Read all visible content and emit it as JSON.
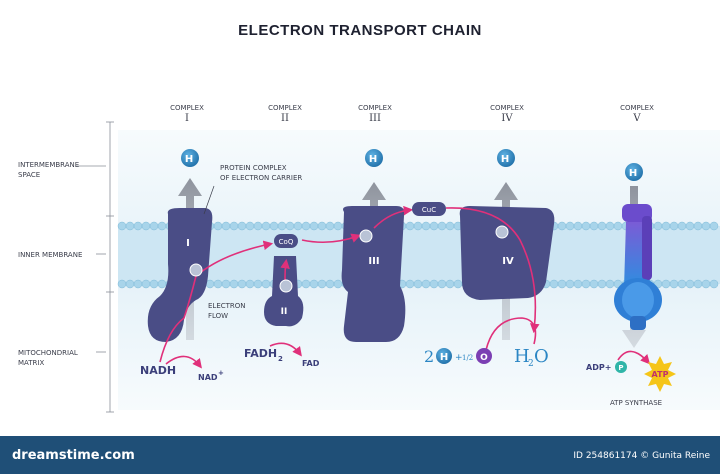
{
  "title": "ELECTRON TRANSPORT CHAIN",
  "complexes": [
    {
      "label": "COMPLEX",
      "numeral": "I"
    },
    {
      "label": "COMPLEX",
      "numeral": "II"
    },
    {
      "label": "COMPLEX",
      "numeral": "III"
    },
    {
      "label": "COMPLEX",
      "numeral": "IV"
    },
    {
      "label": "COMPLEX",
      "numeral": "V"
    }
  ],
  "regions": {
    "intermembrane_line1": "INTERMEMBRANE",
    "intermembrane_line2": "SPACE",
    "inner_membrane": "INNER MEMBRANE",
    "matrix_line1": "MITOCHONDRIAL",
    "matrix_line2": "MATRIX"
  },
  "annotations": {
    "protein_complex_line1": "PROTEIN COMPLEX",
    "protein_complex_line2": "OF ELECTRON CARRIER",
    "electron_flow_line1": "ELECTRON",
    "electron_flow_line2": "FLOW"
  },
  "molecules": {
    "proton": "H",
    "proton_charge": "+",
    "nadh": "NADH",
    "nad": "NAD",
    "nad_charge": "+",
    "fadh2": "FADH",
    "fadh2_sub": "2",
    "fad": "FAD",
    "coq": "CoQ",
    "cyc": "CuC",
    "water_coef": "2",
    "water_plus": "+",
    "water_half": "1/2",
    "oxygen": "O",
    "water": "H",
    "water_sub": "2",
    "water_o": "O",
    "adp": "ADP+",
    "phosphate": "P",
    "atp": "ATP",
    "atp_synthase": "ATP SYNTHASE"
  },
  "complex_numerals": {
    "c1": "I",
    "c2": "II",
    "c3": "III",
    "c4": "IV"
  },
  "footer": {
    "logo": "dreamstime.com",
    "credit": "ID 254861174 © Gunita Reine"
  },
  "colors": {
    "complex": "#4a4d86",
    "membrane_bead": "#9fd0e8",
    "membrane_band": "#cde6f3",
    "arrow": "#9aa0ab",
    "flow": "#e0307a",
    "proton": "#2b86c4",
    "footer": "#1f4f77"
  }
}
